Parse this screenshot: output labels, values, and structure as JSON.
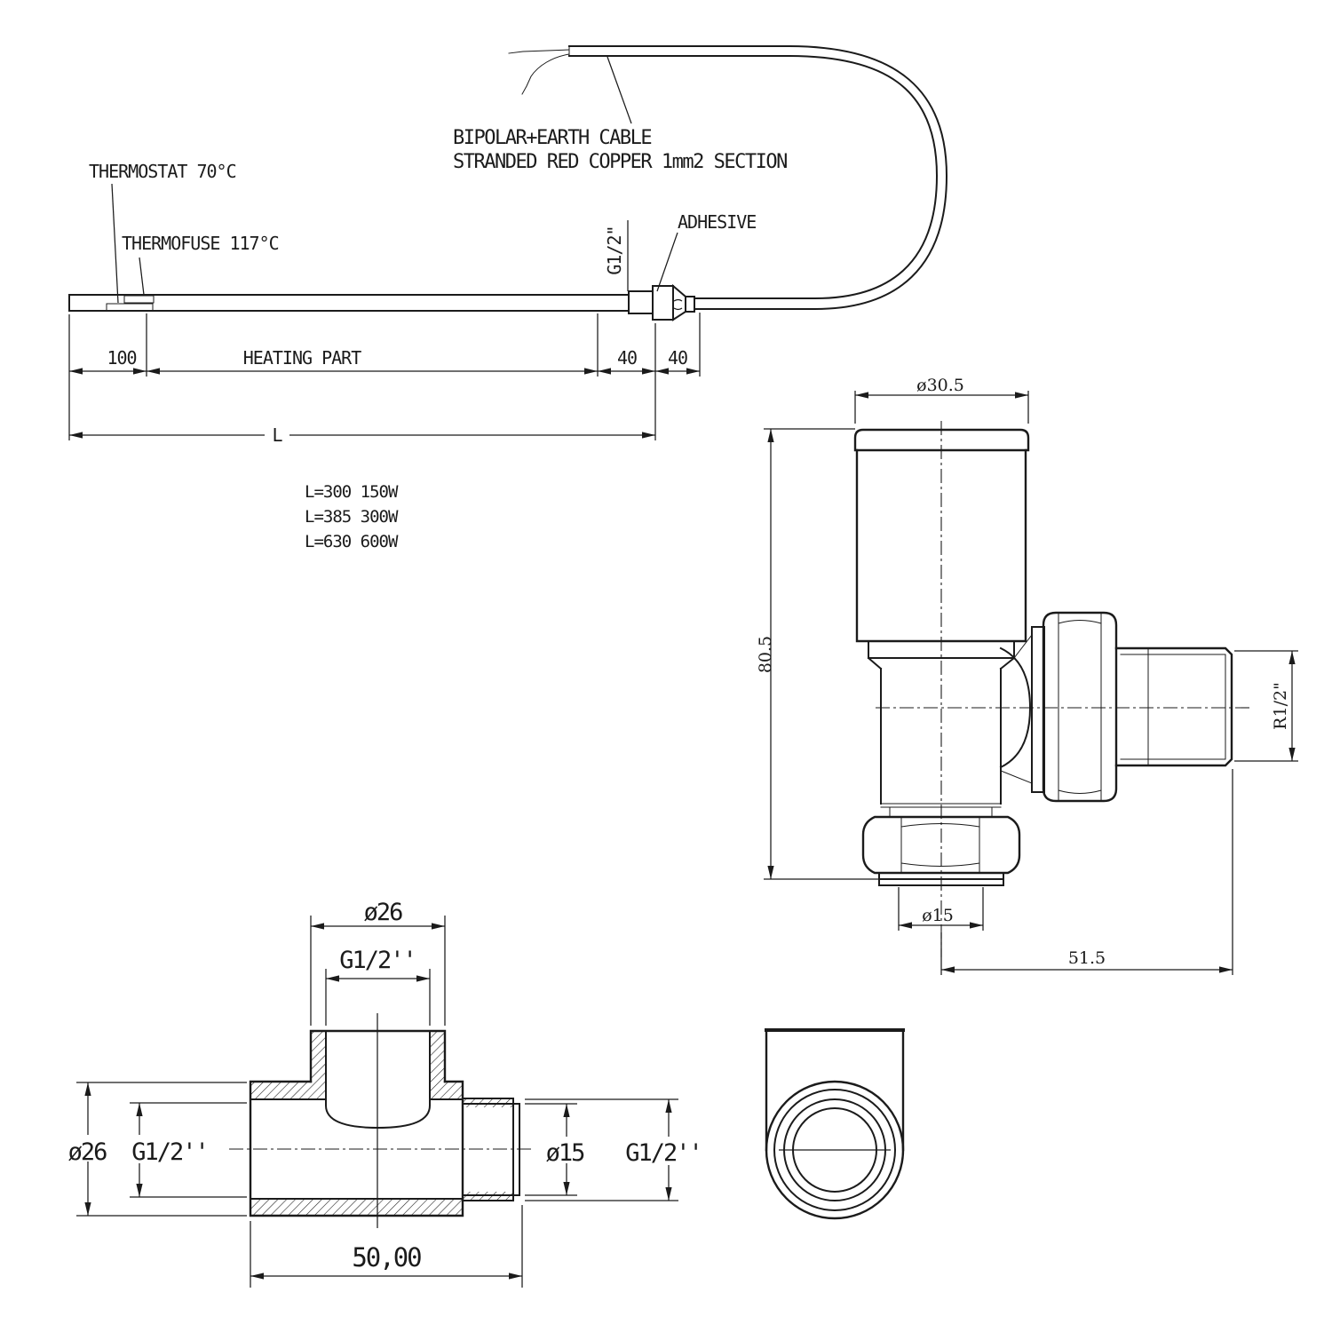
{
  "colors": {
    "line": "#1b1b1b",
    "background": "#ffffff"
  },
  "heating_element": {
    "thermostat_label": "THERMOSTAT 70°C",
    "thermofuse_label": "THERMOFUSE 117°C",
    "cable_label_line1": "BIPOLAR+EARTH CABLE",
    "cable_label_line2": "STRANDED RED COPPER 1mm2 SECTION",
    "adhesive_label": "ADHESIVE",
    "thread_label": "G1/2\"",
    "dims": {
      "left_section": "100",
      "heating_section": "HEATING PART",
      "thread_section": "40",
      "tip_section": "40",
      "total_length": "L"
    },
    "length_power_table": [
      "L=300 150W",
      "L=385 300W",
      "L=630 600W"
    ]
  },
  "valve": {
    "dims": {
      "top_diameter": "ø30.5",
      "height": "80.5",
      "side_thread": "R1/2\"",
      "bottom_diameter": "ø15",
      "side_length": "51.5"
    }
  },
  "tee_fitting": {
    "dims": {
      "branch_outer_diameter": "ø26",
      "branch_thread": "G1/2''",
      "left_outer_diameter": "ø26",
      "left_thread": "G1/2''",
      "right_bore_diameter": "ø15",
      "right_thread": "G1/2''",
      "body_length": "50,00"
    }
  }
}
